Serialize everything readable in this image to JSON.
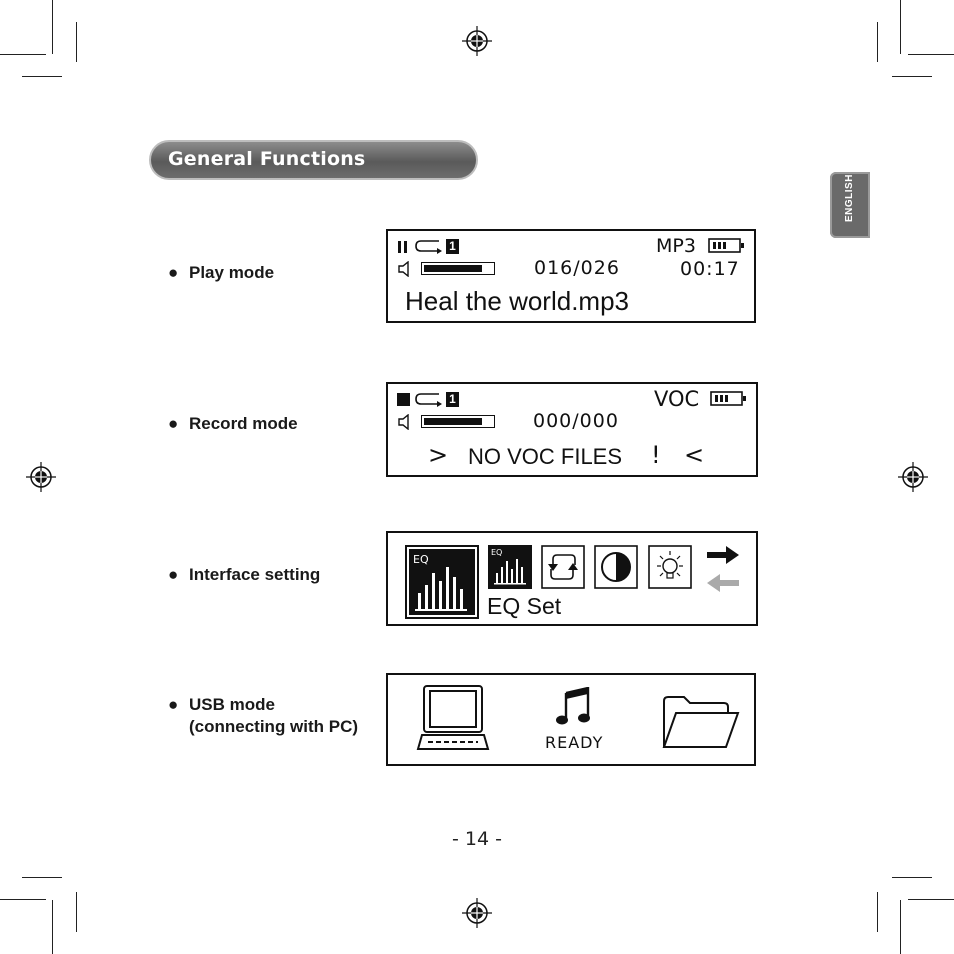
{
  "section": {
    "title": "General Functions"
  },
  "side_tab": {
    "label": "ENGLISH"
  },
  "modes": [
    {
      "label": "Play mode"
    },
    {
      "label": "Record mode"
    },
    {
      "label": "Interface setting"
    },
    {
      "label_line1": "USB mode",
      "label_line2": "(connecting with PC)"
    }
  ],
  "play_screen": {
    "format": "MP3",
    "track_counter": "016/026",
    "time": "00:17",
    "title": "Heal the world.mp3",
    "repeat_badge": "1",
    "volume_level": 0.85,
    "battery_bars": 3
  },
  "record_screen": {
    "format": "VOC",
    "file_counter": "000/000",
    "message_left": ">",
    "message": "NO VOC FILES",
    "message_excl": "!",
    "message_right": "<",
    "repeat_badge": "1",
    "volume_level": 0.85,
    "battery_bars": 3
  },
  "interface_screen": {
    "eq_icon_text": "EQ",
    "caption": "EQ Set",
    "icons": [
      "eq-large-icon",
      "eq-small-icon",
      "repeat-icon",
      "contrast-icon",
      "backlight-icon",
      "arrow-right-icon",
      "arrow-left-icon"
    ]
  },
  "usb_screen": {
    "status": "READY",
    "icons": [
      "computer-icon",
      "music-note-icon",
      "folder-icon"
    ]
  },
  "page": {
    "number": "- 14 -"
  },
  "colors": {
    "pill": "#6a6a6a",
    "lcd_ink": "#111111",
    "inactive_arrow": "#aaaaaa"
  }
}
